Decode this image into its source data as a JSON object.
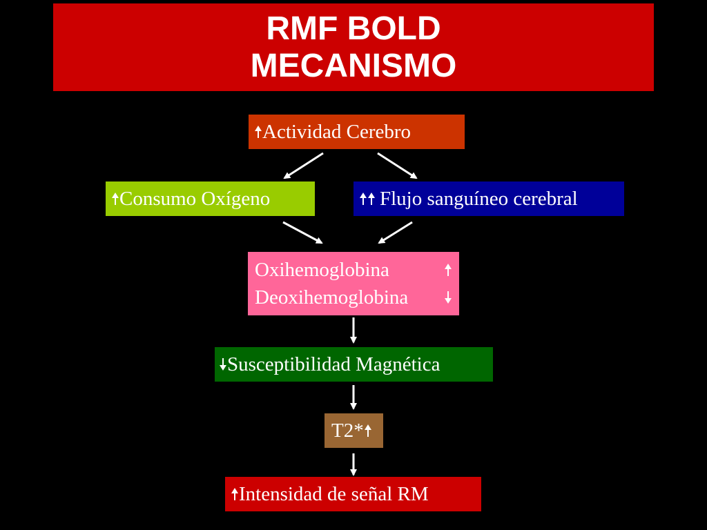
{
  "title": {
    "line1": "RMF BOLD",
    "line2": "MECANISMO"
  },
  "nodes": {
    "actividad": {
      "text": "Actividad Cerebro",
      "arrows": [
        "up"
      ],
      "color": "#cc3300"
    },
    "consumo": {
      "text": "Consumo Oxígeno",
      "arrows": [
        "up"
      ],
      "color": "#99cc00"
    },
    "flujo": {
      "text": "Flujo sanguíneo cerebral",
      "arrows": [
        "up",
        "up"
      ],
      "color": "#000099"
    },
    "oxi": {
      "line1": "Oxihemoglobina",
      "line1_arrow": "up",
      "line2": "Deoxihemoglobina",
      "line2_arrow": "down",
      "color": "#ff6699"
    },
    "susc": {
      "text": "Susceptibilidad Magnética",
      "arrows": [
        "down"
      ],
      "color": "#006600"
    },
    "t2": {
      "text": "T2*",
      "arrows": [
        "up"
      ],
      "color": "#996633"
    },
    "intens": {
      "text": "Intensidad de señal RM",
      "arrows": [
        "up"
      ],
      "color": "#cc0000"
    }
  },
  "colors": {
    "background": "#000000",
    "title_banner": "#cc0000",
    "text": "#ffffff",
    "connector": "#ffffff"
  }
}
